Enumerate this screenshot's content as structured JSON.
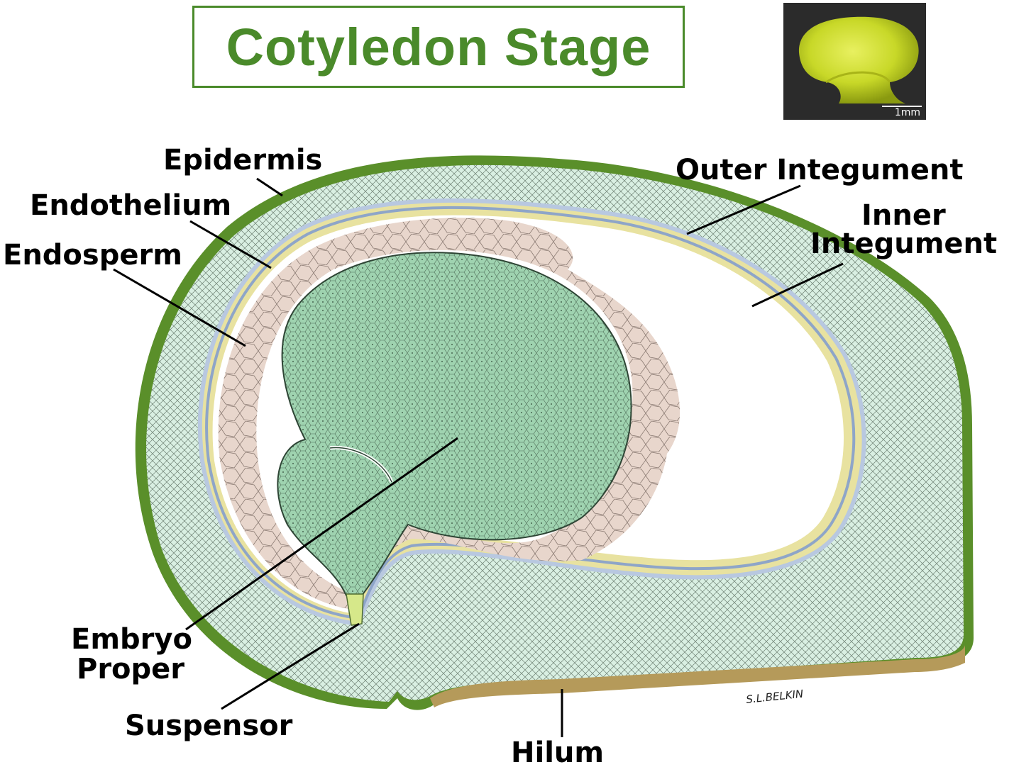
{
  "title": "Cotyledon Stage",
  "photo": {
    "scale_label": "1mm"
  },
  "labels": {
    "epidermis": "Epidermis",
    "endothelium": "Endothelium",
    "endosperm": "Endosperm",
    "outer_integument": "Outer Integument",
    "inner_integument_line1": "Inner",
    "inner_integument_line2": "Integument",
    "embryo_proper_line1": "Embryo",
    "embryo_proper_line2": "Proper",
    "suspensor": "Suspensor",
    "hilum": "Hilum"
  },
  "signature": "S.L.BELKIN",
  "colors": {
    "title_green": "#4a8a2a",
    "epidermis": "#5a8f2a",
    "integument_fill": "#d9efe2",
    "endosperm": "#e8d6cc",
    "embryo": "#9fd3b0",
    "inner_integument": "#e8e2a0",
    "endothelium": "#b8c8e0",
    "hilum": "#b59a5a"
  }
}
